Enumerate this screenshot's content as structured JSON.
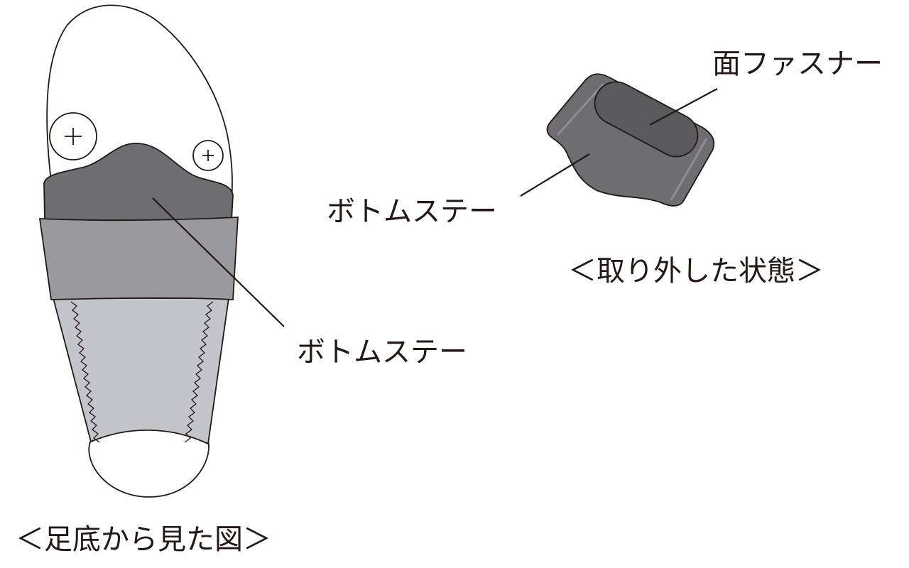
{
  "labels": {
    "bottom_stay_left": "ボトムステー",
    "bottom_stay_right": "ボトムステー",
    "hook_and_loop": "面ファスナー",
    "caption_removed": "＜取り外した状態＞",
    "caption_sole_view": "＜足底から見た図＞"
  },
  "colors": {
    "bottom_stay": "#6e6d72",
    "band": "#9a999d",
    "fabric": "#c4c5ca",
    "velcro": "#5a595d",
    "outline": "#231815"
  }
}
